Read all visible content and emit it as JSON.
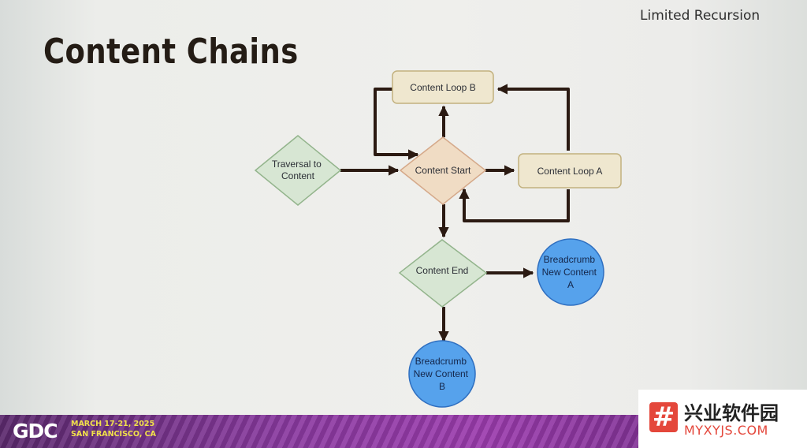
{
  "slide": {
    "title": "Content Chains",
    "tag": "Limited Recursion"
  },
  "diagram": {
    "nodes": {
      "content_loop_b": [
        "Content Loop B"
      ],
      "traversal": [
        "Traversal to",
        "Content"
      ],
      "content_start": [
        "Content Start"
      ],
      "content_loop_a": [
        "Content Loop A"
      ],
      "content_end": [
        "Content End"
      ],
      "breadcrumb_a": [
        "Breadcrumb",
        "New Content",
        "A"
      ],
      "breadcrumb_b": [
        "Breadcrumb",
        "New Content",
        "B"
      ]
    },
    "colors": {
      "rect_fill": "#efe7cf",
      "rect_stroke": "#c2b17e",
      "start_fill": "#f0dcc4",
      "start_stroke": "#d5a98a",
      "diamond_fill": "#d7e6d3",
      "diamond_stroke": "#93b48c",
      "circle_fill": "#56a2ec",
      "circle_stroke": "#2f6fc0",
      "arrow": "#2b1a12"
    }
  },
  "footer": {
    "logo": "GDC",
    "dates": "MARCH 17-21, 2025",
    "location": "SAN FRANCISCO, CA"
  },
  "watermark": {
    "badge": "#",
    "name": "兴业软件园",
    "url": "MYXYJS.COM"
  }
}
